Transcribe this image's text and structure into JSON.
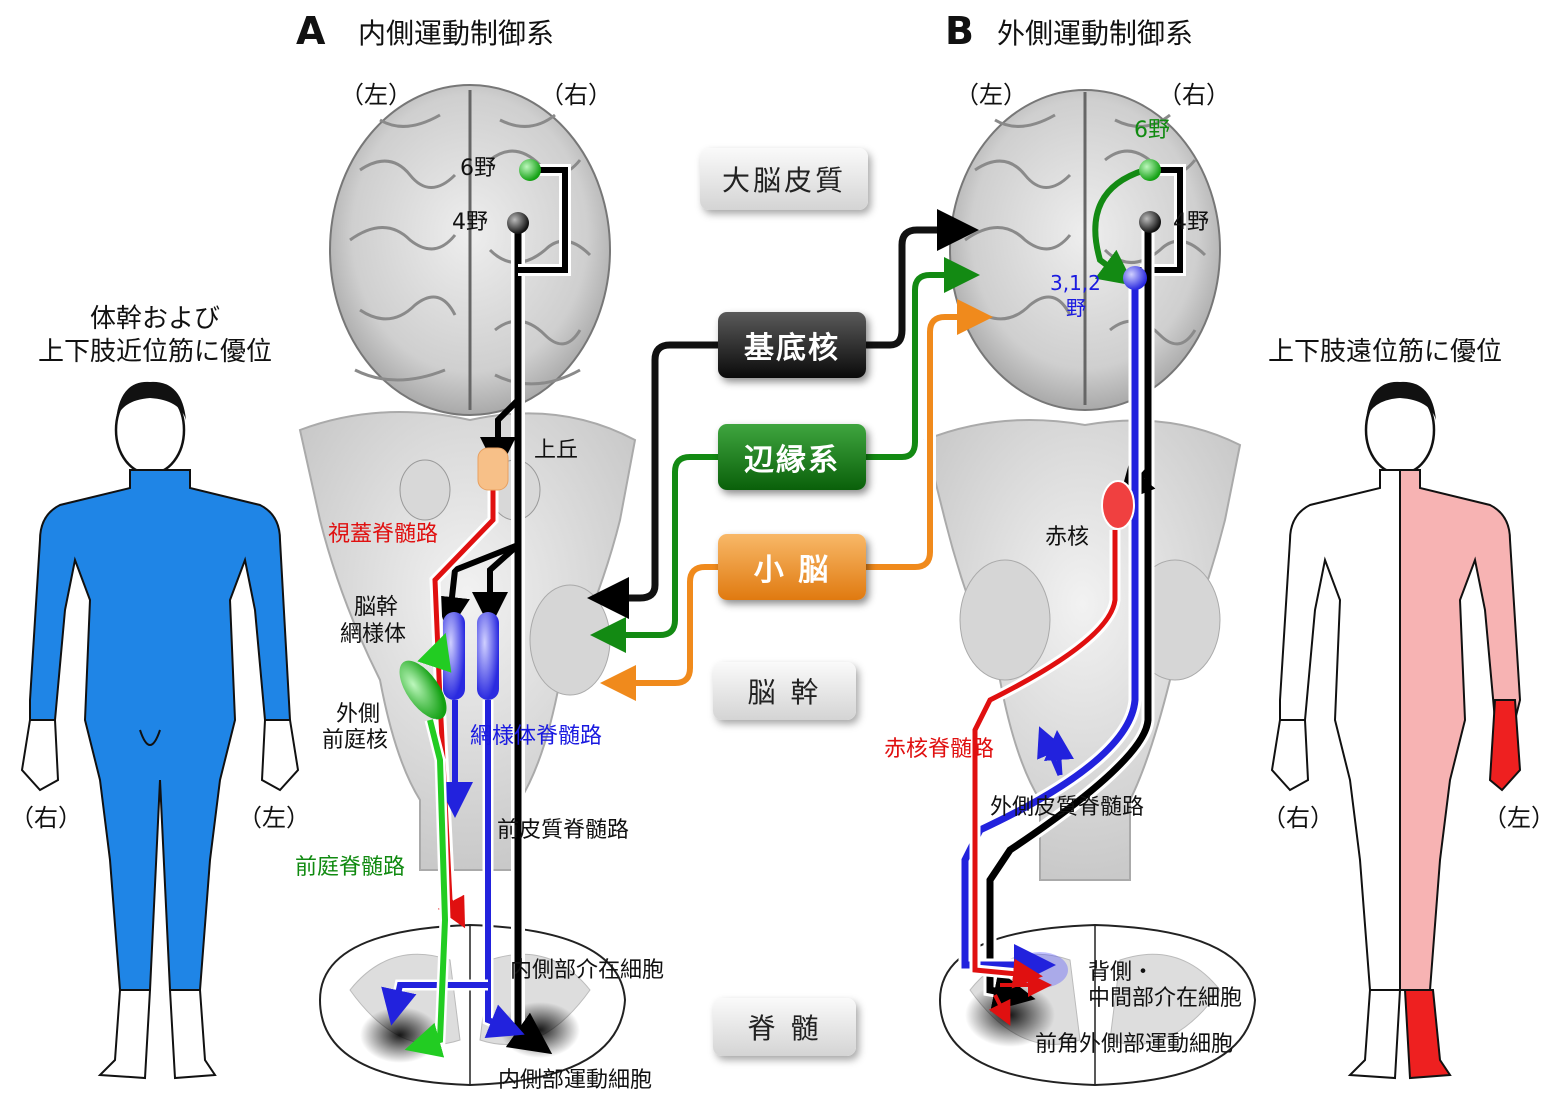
{
  "panels": {
    "A": {
      "letter": "A",
      "title": "内側運動制御系"
    },
    "B": {
      "letter": "B",
      "title": "外側運動制御系"
    }
  },
  "sides": {
    "brainA_left": "（左）",
    "brainA_right": "（右）",
    "brainB_left": "（左）",
    "brainB_right": "（右）",
    "bodyL_right": "（右）",
    "bodyL_left": "（左）",
    "bodyR_right": "（右）",
    "bodyR_left": "（左）"
  },
  "body_labels": {
    "left_line1": "体幹および",
    "left_line2": "上下肢近位筋に優位",
    "right": "上下肢遠位筋に優位"
  },
  "levels": {
    "cortex": "大脳皮質",
    "brainstem": "脳 幹",
    "spinal": "脊 髄"
  },
  "centers": {
    "basal": "基底核",
    "limbic": "辺縁系",
    "cerebellum": "小 脳"
  },
  "areasA": {
    "area6": "6野",
    "area4": "4野"
  },
  "areasB": {
    "area6": "6野",
    "area4": "4野",
    "area312_1": "3,1,2",
    "area312_2": "野"
  },
  "labelsA": {
    "superior_colliculus": "上丘",
    "tectospinal": "視蓋脊髄路",
    "reticular_1": "脳幹",
    "reticular_2": "網様体",
    "vestibular_1": "外側",
    "vestibular_2": "前庭核",
    "reticulospinal": "網様体脊髄路",
    "anterior_cst": "前皮質脊髄路",
    "vestibulospinal": "前庭脊髄路",
    "medial_interneuron": "内側部介在細胞",
    "medial_motor": "内側部運動細胞"
  },
  "labelsB": {
    "red_nucleus": "赤核",
    "rubrospinal": "赤核脊髄路",
    "lateral_cst": "外側皮質脊髄路",
    "dorsal_inter_1": "背側・",
    "dorsal_inter_2": "中間部介在細胞",
    "lateral_motor": "前角外側部運動細胞"
  },
  "colors": {
    "corticospinal": "#000000",
    "area6": "#1faa1f",
    "reticulospinal": "#2222dd",
    "tectospinal": "#e01010",
    "vestibulospinal": "#22dd22",
    "cerebellum": "#f08a1c",
    "limbic": "#138a13",
    "basal": "#1a1a1a",
    "medial_body": "#1f85e6",
    "lateral_body_light": "#f7b3b3",
    "lateral_body_dark": "#ee2020"
  }
}
